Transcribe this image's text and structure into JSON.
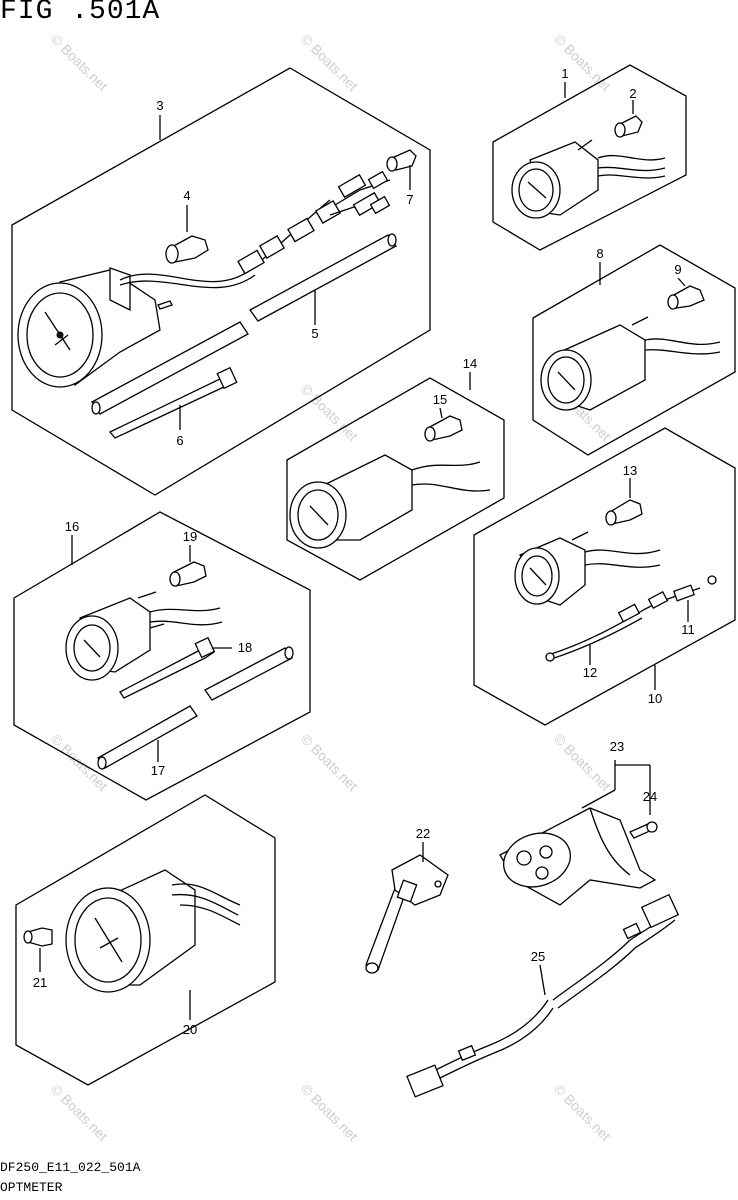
{
  "figure": {
    "title": "FIG .501A",
    "code": "DF250_E11_022_501A",
    "name": "OPTMETER"
  },
  "watermark": {
    "text": "© Boats.net",
    "color": "#cfcfcf"
  },
  "callouts": {
    "c1": "1",
    "c2": "2",
    "c3": "3",
    "c4": "4",
    "c5": "5",
    "c6": "6",
    "c7": "7",
    "c8": "8",
    "c9": "9",
    "c10": "10",
    "c11": "11",
    "c12": "12",
    "c13": "13",
    "c14": "14",
    "c15": "15",
    "c16": "16",
    "c17": "17",
    "c18": "18",
    "c19": "19",
    "c20": "20",
    "c21": "21",
    "c22": "22",
    "c23": "23",
    "c24": "24",
    "c25": "25"
  }
}
